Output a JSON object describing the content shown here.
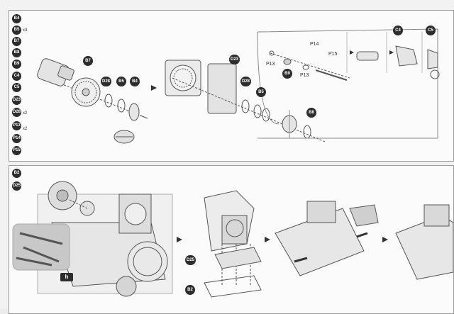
{
  "top_panel": {
    "sidebar": [
      {
        "label": "B4",
        "qty": ""
      },
      {
        "label": "B5",
        "qty": "x3"
      },
      {
        "label": "B7",
        "qty": ""
      },
      {
        "label": "B8",
        "qty": ""
      },
      {
        "label": "B9",
        "qty": ""
      },
      {
        "label": "C4",
        "qty": ""
      },
      {
        "label": "C5",
        "qty": ""
      },
      {
        "label": "D23",
        "qty": ""
      },
      {
        "label": "D28",
        "qty": "x2"
      },
      {
        "label": "P13",
        "qty": "x2"
      },
      {
        "label": "P14",
        "qty": ""
      },
      {
        "label": "P15",
        "qty": ""
      }
    ],
    "callouts": {
      "b7": "B7",
      "d28a": "D28",
      "b5a": "B5",
      "b4": "B4",
      "d23": "D23",
      "d28b": "D28",
      "b5b": "B5",
      "b9": "B9",
      "b8": "B8",
      "c4": "C4",
      "c5": "C5"
    },
    "texts": {
      "p13a": "P13",
      "p13b": "P13",
      "p14": "P14",
      "p15": "P15"
    }
  },
  "bottom_panel": {
    "sidebar": [
      {
        "label": "B2",
        "qty": ""
      },
      {
        "label": "D25",
        "qty": ""
      }
    ],
    "callouts": {
      "d25": "D25",
      "b2": "B2"
    },
    "h_label": "h"
  }
}
